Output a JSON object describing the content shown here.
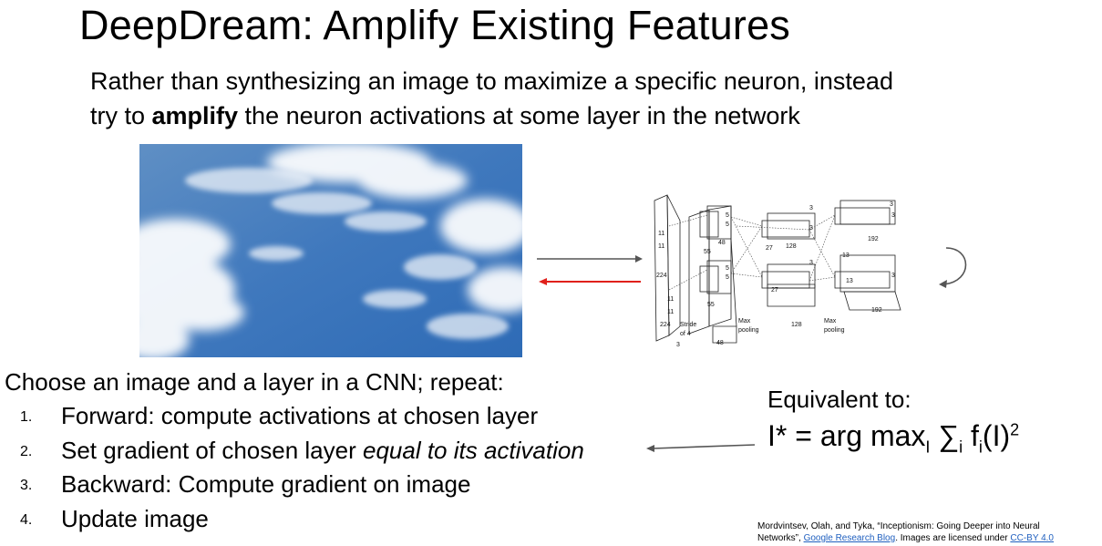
{
  "slide": {
    "title": "DeepDream: Amplify Existing Features",
    "intro": {
      "line1": "Rather than synthesizing an image to maximize a specific neuron, instead",
      "line2_pre": "try to ",
      "line2_bold": "amplify",
      "line2_post": " the neuron activations at some layer in the network"
    },
    "steps": {
      "heading": "Choose an image and a layer in a CNN; repeat:",
      "items": [
        {
          "num": "1.",
          "text": "Forward: compute activations at chosen layer"
        },
        {
          "num": "2.",
          "text_pre": "Set gradient of chosen layer ",
          "text_italic": "equal to its activation"
        },
        {
          "num": "3.",
          "text": "Backward: Compute gradient on image"
        },
        {
          "num": "4.",
          "text": "Update image"
        }
      ]
    },
    "equation": {
      "heading": "Equivalent to:",
      "lhs": "I* = arg max",
      "sub_argmax": "I",
      "sum": " ∑",
      "sub_sum": "i",
      "f": " f",
      "sub_f": "i",
      "arg": "(I)",
      "sup": "2"
    },
    "cnn_labels": {
      "t224a": "224",
      "t224b": "224",
      "t11a": "11",
      "t11b": "11",
      "t11c": "11",
      "t11d": "11",
      "t5a": "5",
      "t5b": "5",
      "t5c": "5",
      "t5d": "5",
      "t55a": "55",
      "t55b": "55",
      "t48a": "48",
      "t48b": "48",
      "t27a": "27",
      "t27b": "27",
      "t128a": "128",
      "t128b": "128",
      "t13a": "13",
      "t13b": "13",
      "t192a": "192",
      "t192b": "192",
      "t3": "3",
      "t3b": "3",
      "t3c": "3",
      "t3d": "3",
      "t3e": "3",
      "t3f": "3",
      "t3g": "3",
      "stride1": "Stride",
      "stride2": "of 4",
      "maxpool1a": "Max",
      "maxpool1b": "pooling",
      "maxpool2a": "Max",
      "maxpool2b": "pooling"
    },
    "citation": {
      "line1": "Mordvintsev, Olah, and Tyka, “Inceptionism: Going Deeper into Neural",
      "line2_pre": "Networks”, ",
      "link1": "Google Research Blog",
      "line2_mid": ". Images are licensed under ",
      "link2": "CC-BY 4.0"
    },
    "colors": {
      "accent_red": "#e0201b",
      "arrow_gray": "#555555",
      "link_blue": "#1f5fbf"
    }
  }
}
